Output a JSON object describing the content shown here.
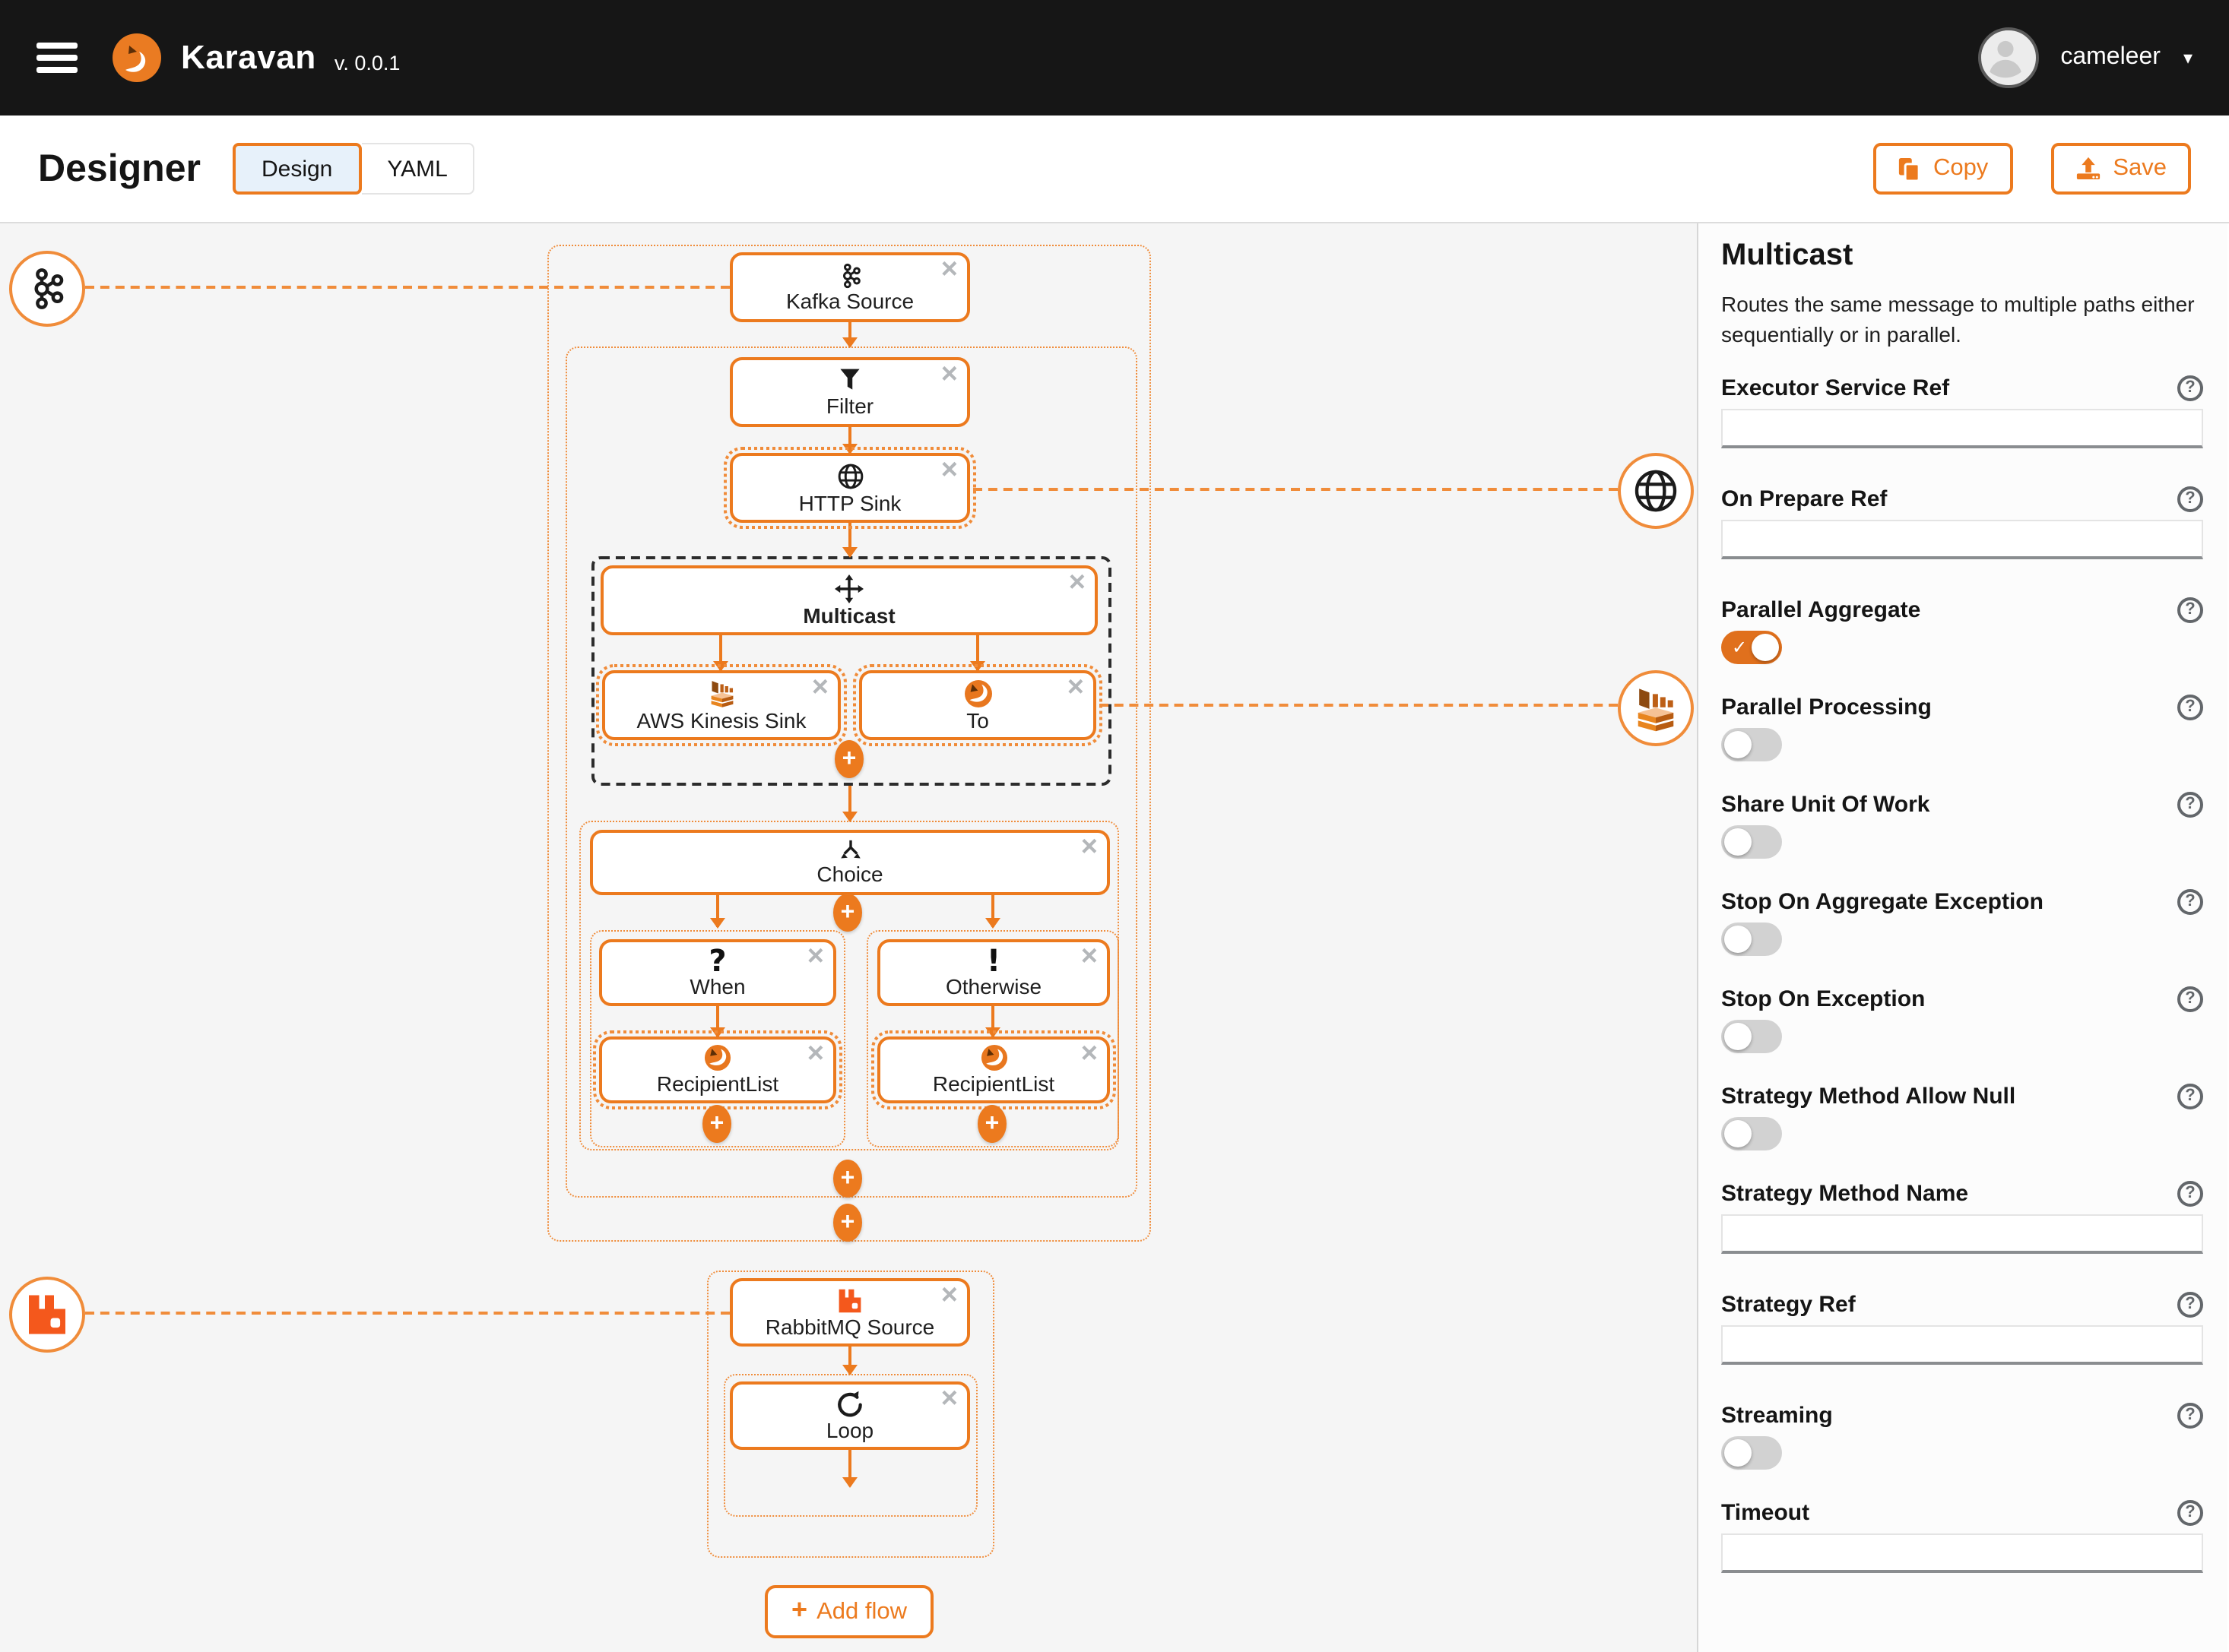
{
  "topbar": {
    "app_name": "Karavan",
    "version": "v. 0.0.1",
    "user": "cameleer"
  },
  "header": {
    "title": "Designer",
    "tabs": [
      {
        "label": "Design",
        "active": true
      },
      {
        "label": "YAML",
        "active": false
      }
    ],
    "copy_label": "Copy",
    "save_label": "Save"
  },
  "canvas": {
    "nodes": {
      "kafka_source": {
        "label": "Kafka Source"
      },
      "filter": {
        "label": "Filter"
      },
      "http_sink": {
        "label": "HTTP Sink"
      },
      "multicast": {
        "label": "Multicast"
      },
      "aws_kinesis_sink": {
        "label": "AWS Kinesis Sink"
      },
      "to": {
        "label": "To"
      },
      "choice": {
        "label": "Choice"
      },
      "when": {
        "label": "When"
      },
      "otherwise": {
        "label": "Otherwise"
      },
      "recipient_list_left": {
        "label": "RecipientList"
      },
      "recipient_list_right": {
        "label": "RecipientList"
      },
      "rabbitmq_source": {
        "label": "RabbitMQ Source"
      },
      "loop": {
        "label": "Loop"
      }
    },
    "add_flow_label": "Add flow"
  },
  "panel": {
    "title": "Multicast",
    "description": "Routes the same message to multiple paths either sequentially or in parallel.",
    "fields": [
      {
        "label": "Executor Service Ref",
        "type": "text",
        "value": ""
      },
      {
        "label": "On Prepare Ref",
        "type": "text",
        "value": ""
      },
      {
        "label": "Parallel Aggregate",
        "type": "switch",
        "value": true
      },
      {
        "label": "Parallel Processing",
        "type": "switch",
        "value": false
      },
      {
        "label": "Share Unit Of Work",
        "type": "switch",
        "value": false
      },
      {
        "label": "Stop On Aggregate Exception",
        "type": "switch",
        "value": false
      },
      {
        "label": "Stop On Exception",
        "type": "switch",
        "value": false
      },
      {
        "label": "Strategy Method Allow Null",
        "type": "switch",
        "value": false
      },
      {
        "label": "Strategy Method Name",
        "type": "text",
        "value": ""
      },
      {
        "label": "Strategy Ref",
        "type": "text",
        "value": ""
      },
      {
        "label": "Streaming",
        "type": "switch",
        "value": false
      },
      {
        "label": "Timeout",
        "type": "text",
        "value": ""
      }
    ]
  },
  "icons": {
    "close": "×",
    "plus": "+",
    "caret_down": "▾",
    "check": "✓",
    "question_mark": "?",
    "exclamation_mark": "!"
  },
  "colors": {
    "accent_orange": "#ec7a1e",
    "topbar_black": "#161616",
    "canvas_bg": "#f5f5f5",
    "active_tab_bg": "#e7f1fa",
    "toggle_on": "#e0701d",
    "toggle_off": "#d2d2d2",
    "selection_dash": "#2c2c2c"
  }
}
